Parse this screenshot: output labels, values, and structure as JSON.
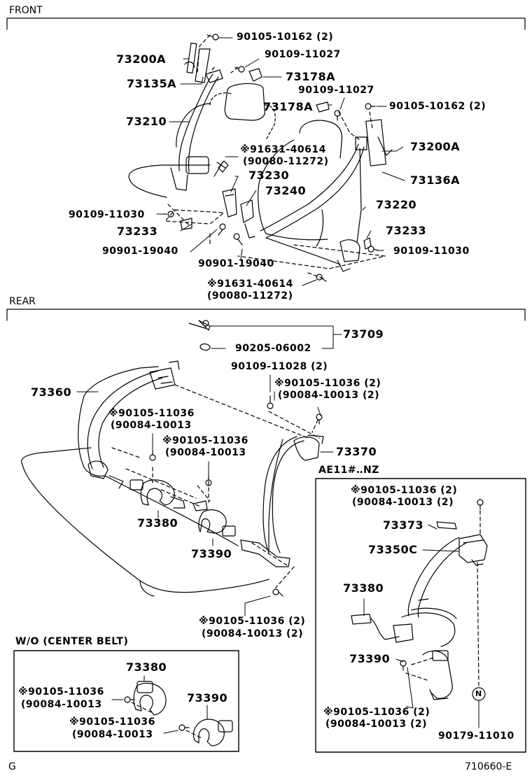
{
  "sections": {
    "front": "FRONT",
    "rear": "REAR",
    "ae11": "AE11#‥NZ",
    "wo": "W/O (CENTER BELT)"
  },
  "footer": {
    "left": "G",
    "right": "710660-E"
  },
  "front": {
    "p1": "90105-10162 (2)",
    "p2": "73200A",
    "p3": "90109-11027",
    "p4": "73178A",
    "p5": "73135A",
    "p6": "90109-11027",
    "p7": "73178A",
    "p8": "90105-10162 (2)",
    "p9": "73210",
    "p10": "※91631-40614",
    "p11": "(90080-11272)",
    "p12": "73200A",
    "p13": "73230",
    "p14": "73136A",
    "p15": "73240",
    "p16": "73220",
    "p17": "90109-11030",
    "p18": "73233",
    "p19": "73233",
    "p20": "90901-19040",
    "p21": "90109-11030",
    "p22": "90901-19040",
    "p23": "※91631-40614",
    "p24": "(90080-11272)"
  },
  "rear": {
    "r1": "73709",
    "r2": "90205-06002",
    "r3": "90109-11028 (2)",
    "r4": "73360",
    "r5": "※90105-11036 (2)",
    "r6": "(90084-10013 (2)",
    "r7": "※90105-11036",
    "r8": "(90084-10013",
    "r9": "※90105-11036",
    "r10": "(90084-10013",
    "r11": "73370",
    "r12": "73380",
    "r13": "73390",
    "r14": "※90105-11036 (2)",
    "r15": "(90084-10013 (2)"
  },
  "ae11": {
    "a1": "※90105-11036 (2)",
    "a2": "(90084-10013 (2)",
    "a3": "73373",
    "a4": "73350C",
    "a5": "73380",
    "a6": "73390",
    "a7": "※90105-11036 (2)",
    "a8": "(90084-10013 (2)",
    "a9": "N",
    "a10": "90179-11010"
  },
  "wo": {
    "w1": "73380",
    "w2": "※90105-11036",
    "w3": "(90084-10013",
    "w4": "73390",
    "w5": "※90105-11036",
    "w6": "(90084-10013"
  }
}
